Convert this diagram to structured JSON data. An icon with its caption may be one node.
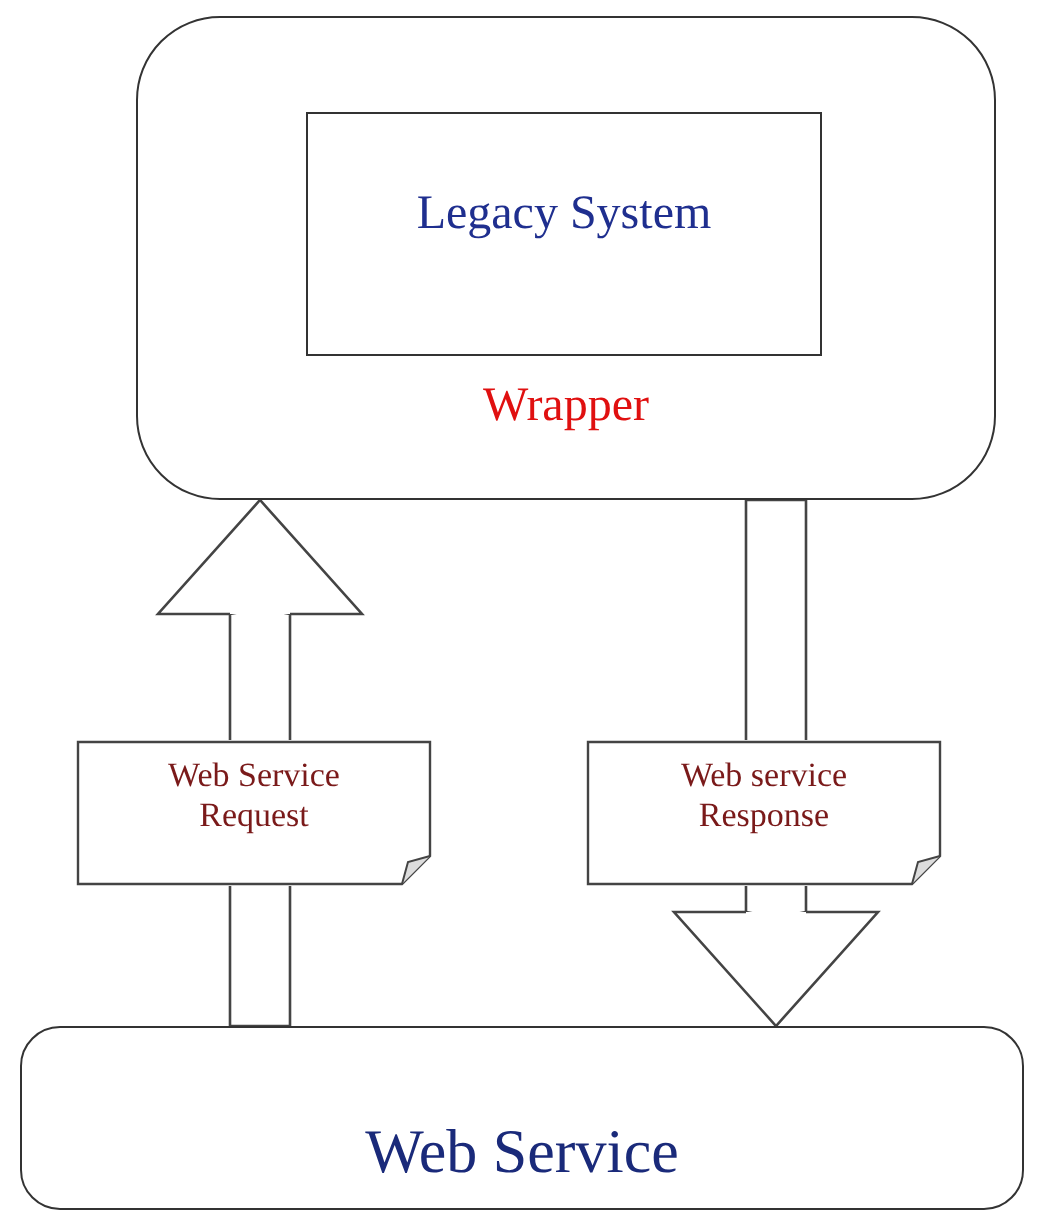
{
  "diagram": {
    "nodes": [
      {
        "text": [
          "Wrapper"
        ]
      },
      {
        "text": [
          "Legacy System"
        ],
        "in": 0
      },
      {
        "text": [
          "Web Service"
        ]
      },
      {
        "text": [
          "Web Service Request"
        ]
      },
      {
        "text": [
          "Web service Response"
        ]
      }
    ],
    "edges": [
      {
        "from": 2,
        "to": 3,
        "arrow": "none"
      },
      {
        "from": 3,
        "to": 0,
        "arrow": "to"
      },
      {
        "from": 0,
        "to": 4,
        "arrow": "none"
      },
      {
        "from": 4,
        "to": 2,
        "arrow": "to"
      }
    ]
  }
}
